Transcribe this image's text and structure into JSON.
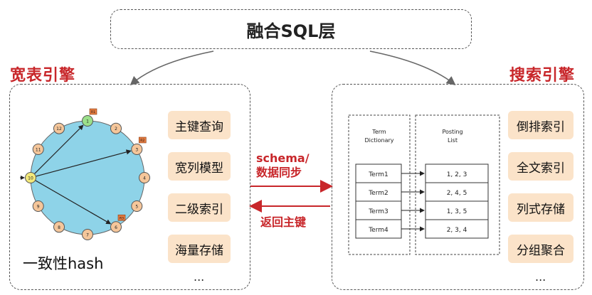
{
  "top": {
    "title": "融合SQL层"
  },
  "left_engine": {
    "title": "宽表引擎",
    "features": [
      "主键查询",
      "宽列模型",
      "二级索引",
      "海量存储"
    ],
    "more": "...",
    "hash_caption": "一致性hash",
    "ring": {
      "nodes": [
        "1",
        "2",
        "3",
        "4",
        "5",
        "6",
        "7",
        "8",
        "9",
        "10",
        "11",
        "12"
      ],
      "markers": [
        "R1",
        "R2",
        "R3"
      ]
    }
  },
  "right_engine": {
    "title": "搜索引擎",
    "features": [
      "倒排索引",
      "全文索引",
      "列式存储",
      "分组聚合"
    ],
    "more": "...",
    "term_dictionary": {
      "title_line1": "Term",
      "title_line2": "Dictionary",
      "terms": [
        "Term1",
        "Term2",
        "Term3",
        "Term4"
      ]
    },
    "posting_list": {
      "title_line1": "Posting",
      "title_line2": "List",
      "lists": [
        "1, 2, 3",
        "2, 4, 5",
        "1, 3, 5",
        "2, 3, 4"
      ]
    }
  },
  "middle": {
    "sync_line1": "schema/",
    "sync_line2": "数据同步",
    "return_label": "返回主键"
  },
  "colors": {
    "accent_red": "#c8262a",
    "tag_fill": "#fbe3c9",
    "ring_fill": "#8ed3e8",
    "node_fill": "#f5c69a",
    "node_green": "#9be08a",
    "node_yellow": "#f3e97a"
  }
}
